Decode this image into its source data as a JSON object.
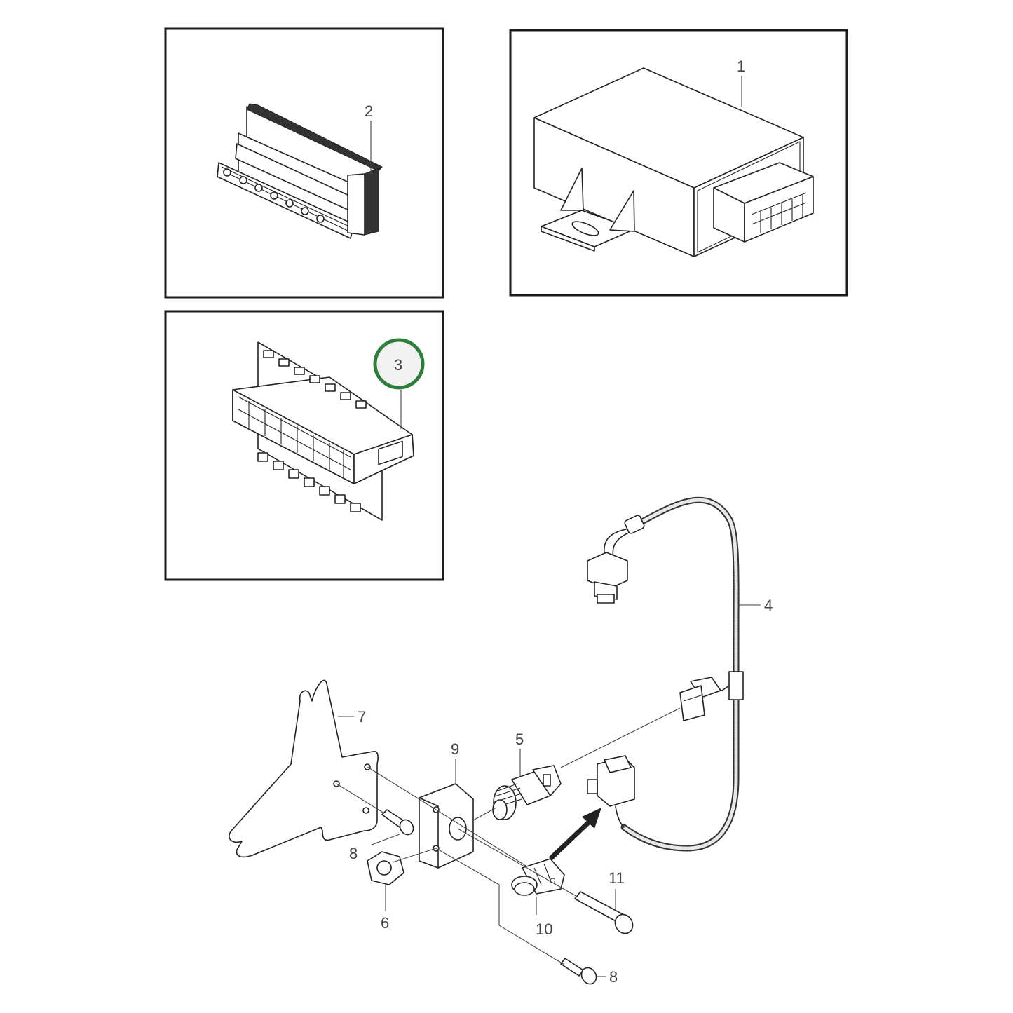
{
  "colors": {
    "line": "#222222",
    "callout_text": "#444444",
    "highlight_ring": "#2e7d3a",
    "highlight_fill": "#f2f2f2"
  },
  "callouts": {
    "c1": "1",
    "c2": "2",
    "c3": "3",
    "c4": "4",
    "c5": "5",
    "c6": "6",
    "c7": "7",
    "c8a": "8",
    "c8b": "8",
    "c9": "9",
    "c10": "10",
    "c11": "11"
  },
  "highlighted_callout": "3"
}
